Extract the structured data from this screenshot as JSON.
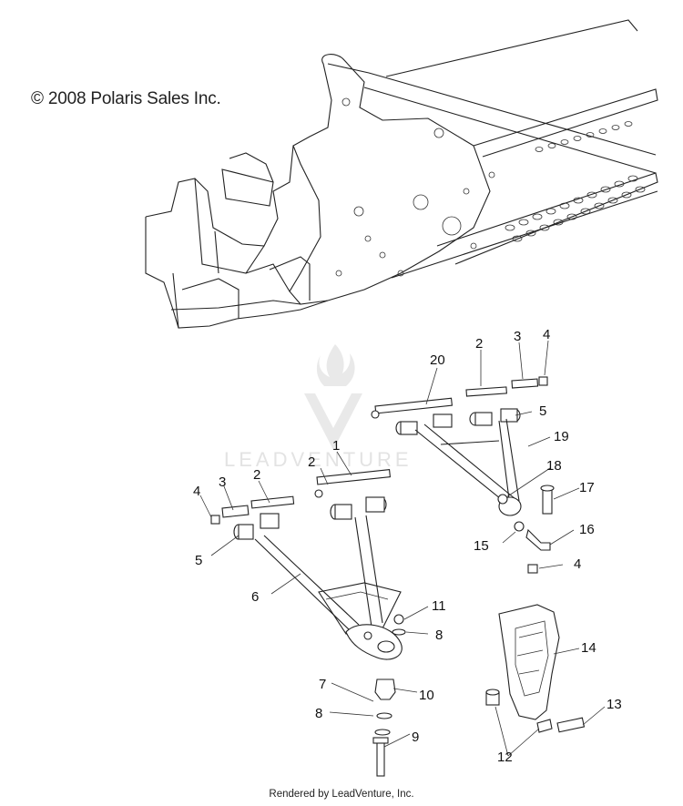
{
  "copyright": "© 2008 Polaris Sales Inc.",
  "footer": "Rendered by LeadVenture, Inc.",
  "watermark": "LEADVENTURE",
  "callouts": [
    {
      "id": "c1",
      "label": "1"
    },
    {
      "id": "c2a",
      "label": "2"
    },
    {
      "id": "c2b",
      "label": "2"
    },
    {
      "id": "c2c",
      "label": "2"
    },
    {
      "id": "c3a",
      "label": "3"
    },
    {
      "id": "c3b",
      "label": "3"
    },
    {
      "id": "c4a",
      "label": "4"
    },
    {
      "id": "c4b",
      "label": "4"
    },
    {
      "id": "c4c",
      "label": "4"
    },
    {
      "id": "c5a",
      "label": "5"
    },
    {
      "id": "c5b",
      "label": "5"
    },
    {
      "id": "c6",
      "label": "6"
    },
    {
      "id": "c7",
      "label": "7"
    },
    {
      "id": "c8a",
      "label": "8"
    },
    {
      "id": "c8b",
      "label": "8"
    },
    {
      "id": "c9",
      "label": "9"
    },
    {
      "id": "c10",
      "label": "10"
    },
    {
      "id": "c11",
      "label": "11"
    },
    {
      "id": "c12",
      "label": "12"
    },
    {
      "id": "c13",
      "label": "13"
    },
    {
      "id": "c14",
      "label": "14"
    },
    {
      "id": "c15",
      "label": "15"
    },
    {
      "id": "c16",
      "label": "16"
    },
    {
      "id": "c17",
      "label": "17"
    },
    {
      "id": "c18",
      "label": "18"
    },
    {
      "id": "c19",
      "label": "19"
    },
    {
      "id": "c20",
      "label": "20"
    }
  ]
}
